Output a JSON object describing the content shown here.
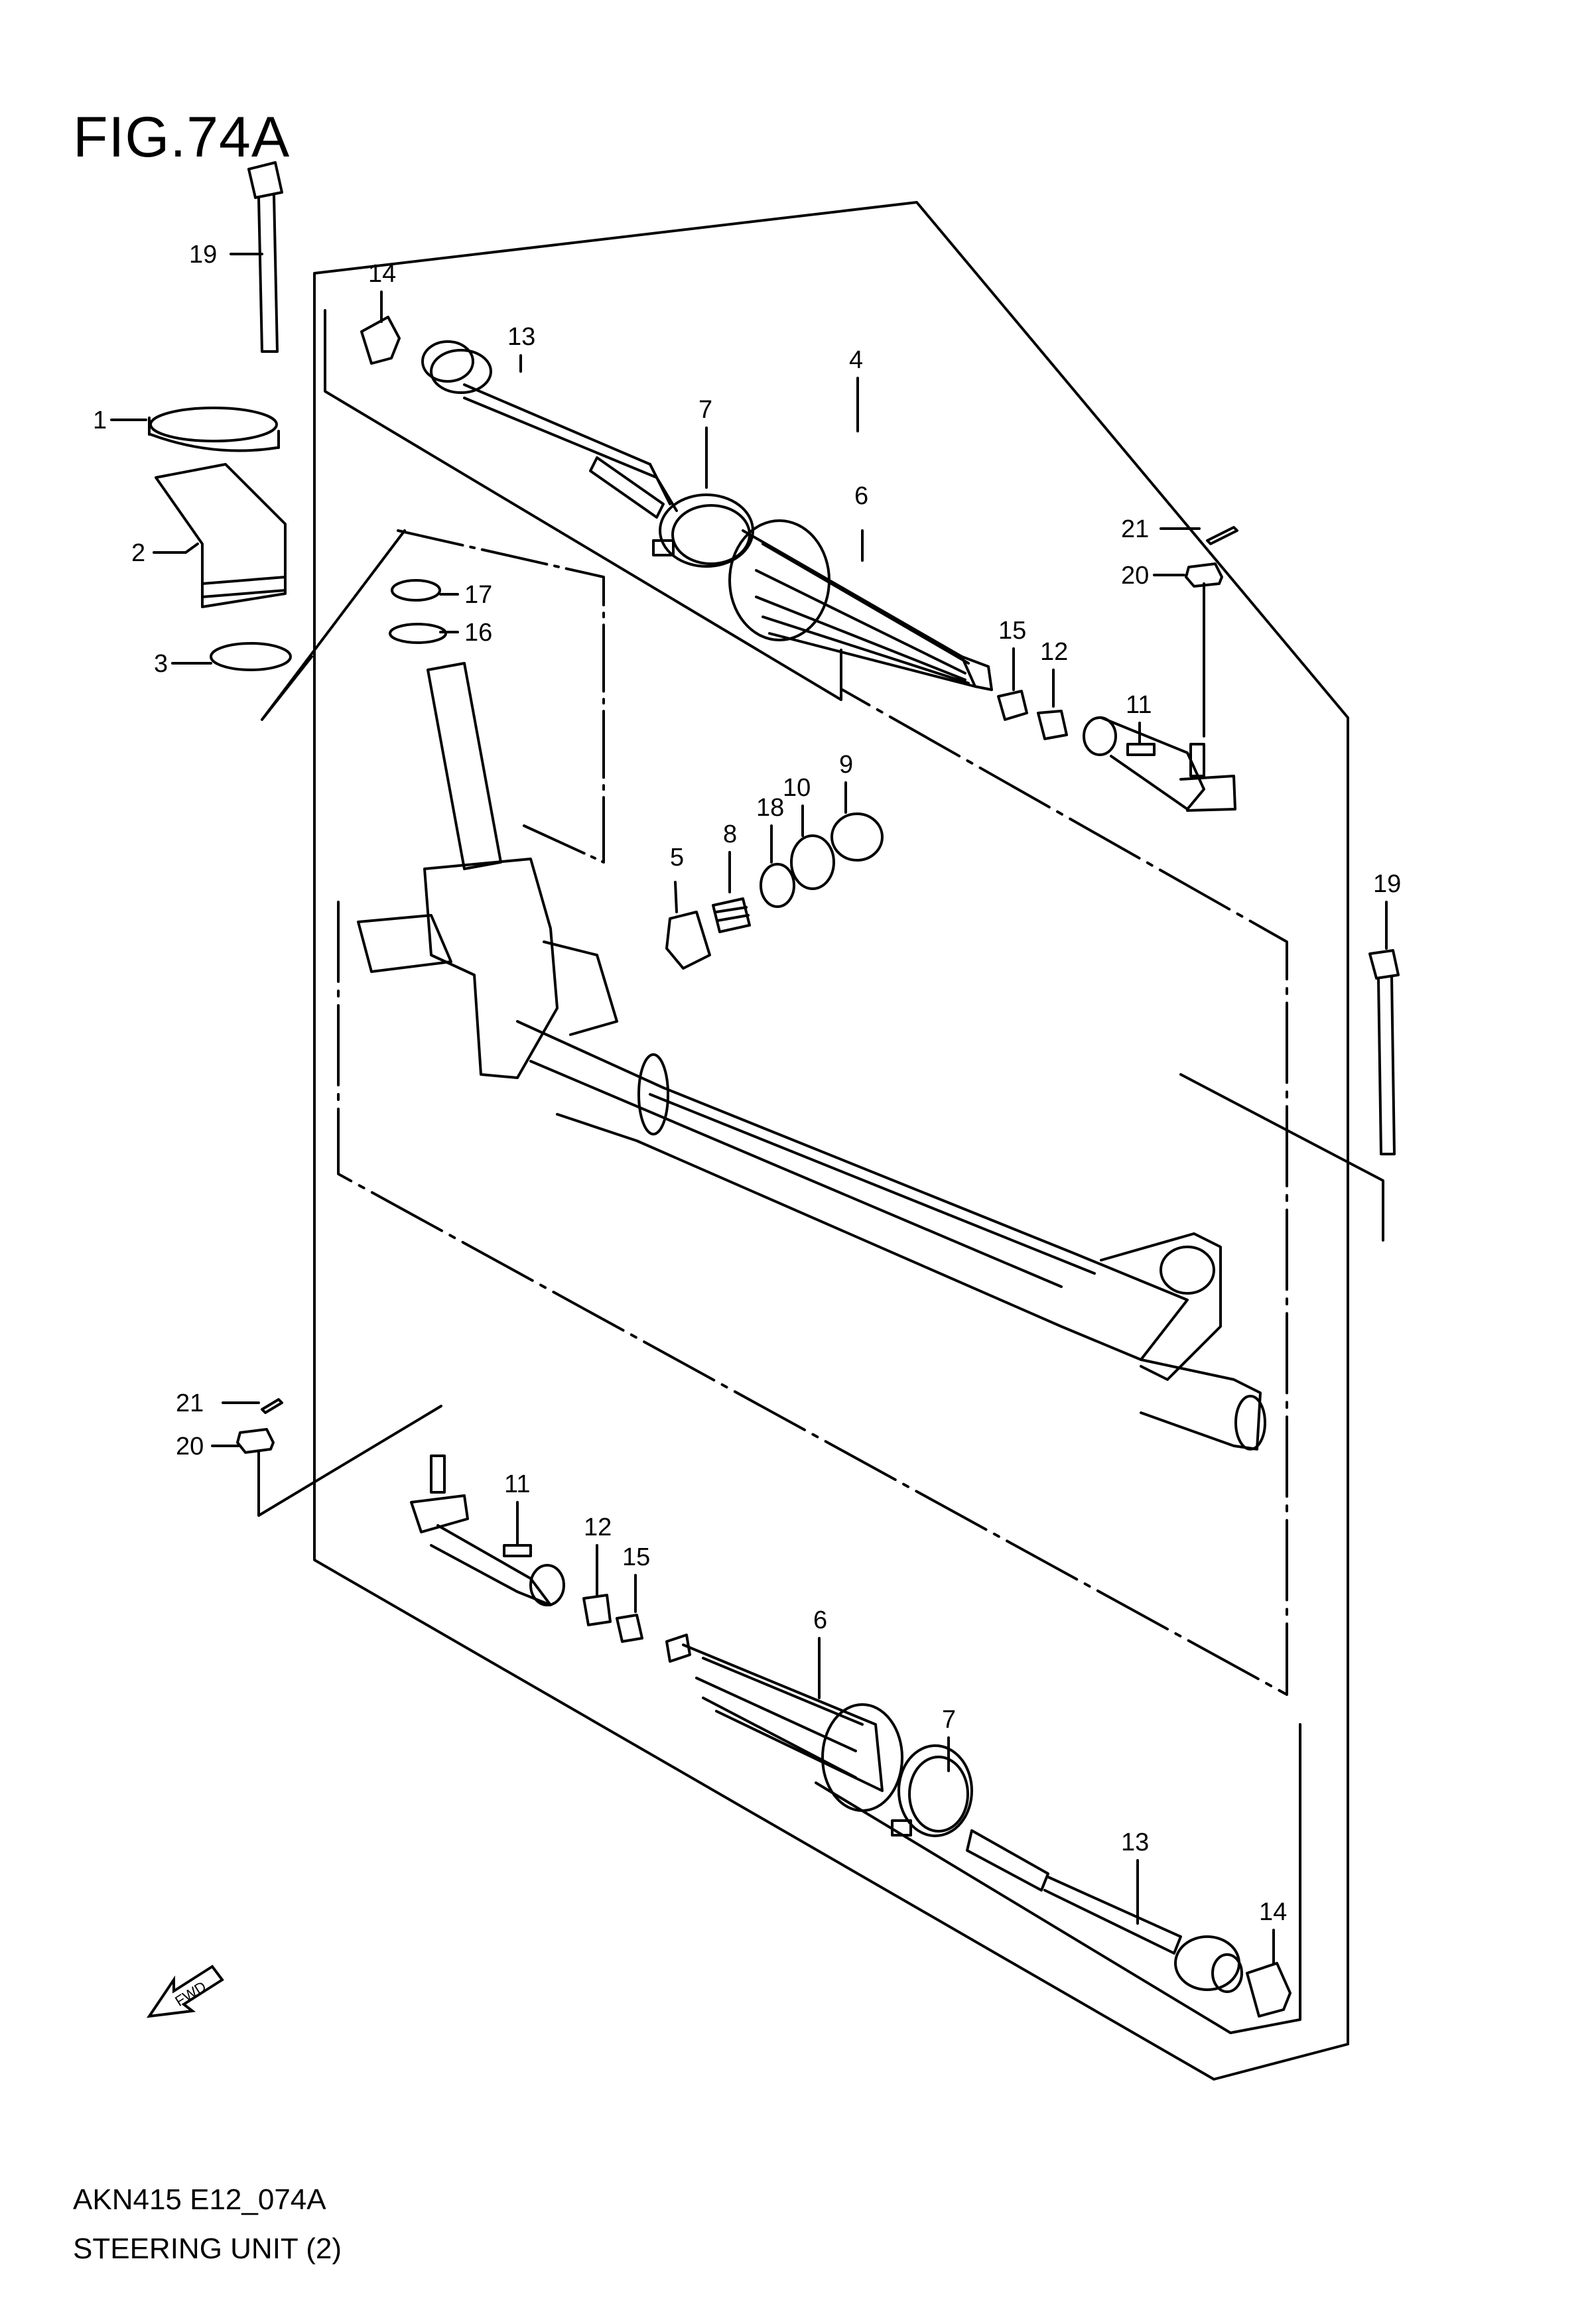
{
  "figure_title": "FIG.74A",
  "footer": {
    "code": "AKN415 E12_074A",
    "name": "STEERING UNIT (2)"
  },
  "fwd_label": "FWD",
  "callouts": {
    "c1": "1",
    "c2": "2",
    "c3": "3",
    "c4": "4",
    "c5": "5",
    "c6a": "6",
    "c6b": "6",
    "c7a": "7",
    "c7b": "7",
    "c8": "8",
    "c9": "9",
    "c10": "10",
    "c11a": "11",
    "c11b": "11",
    "c12a": "12",
    "c12b": "12",
    "c13a": "13",
    "c13b": "13",
    "c14a": "14",
    "c14b": "14",
    "c15a": "15",
    "c15b": "15",
    "c16": "16",
    "c17": "17",
    "c18": "18",
    "c19a": "19",
    "c19b": "19",
    "c20a": "20",
    "c20b": "20",
    "c21a": "21",
    "c21b": "21"
  }
}
